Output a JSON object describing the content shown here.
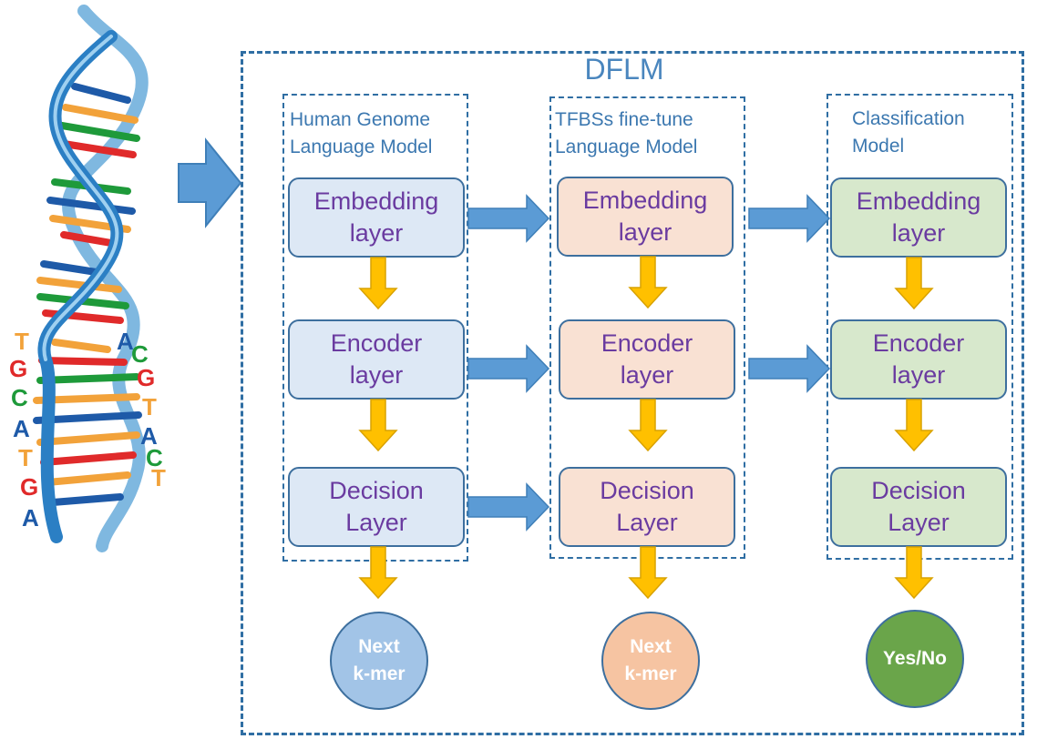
{
  "diagram": {
    "title": "DFLM",
    "columns": [
      {
        "id": "human",
        "title_lines": [
          "Human Genome",
          "Language Model"
        ],
        "layers": [
          {
            "line1": "Embedding",
            "line2": "layer"
          },
          {
            "line1": "Encoder",
            "line2": "layer"
          },
          {
            "line1": "Decision",
            "line2": "Layer"
          }
        ],
        "output_lines": [
          "Next",
          "k-mer"
        ]
      },
      {
        "id": "tfbs",
        "title_lines": [
          "TFBSs fine-tune",
          "Language Model"
        ],
        "layers": [
          {
            "line1": "Embedding",
            "line2": "layer"
          },
          {
            "line1": "Encoder",
            "line2": "layer"
          },
          {
            "line1": "Decision",
            "line2": "Layer"
          }
        ],
        "output_lines": [
          "Next",
          "k-mer"
        ]
      },
      {
        "id": "classification",
        "title_lines": [
          "Classification",
          "Model"
        ],
        "layers": [
          {
            "line1": "Embedding",
            "line2": "layer"
          },
          {
            "line1": "Encoder",
            "line2": "layer"
          },
          {
            "line1": "Decision",
            "line2": "Layer"
          }
        ],
        "output_lines": [
          "Yes/No"
        ]
      }
    ],
    "dna_letters_left": [
      "T",
      "G",
      "C",
      "A",
      "T",
      "G",
      "A"
    ],
    "dna_letters_right": [
      "A",
      "C",
      "G",
      "T",
      "A",
      "C",
      "T"
    ],
    "colors": {
      "frame": "#2f6ea3",
      "title": "#4a86be",
      "layer_text": "#6a3ba0",
      "blue_arrow": "#5b9bd5",
      "yellow_arrow": "#ffc000",
      "human_box": "#dde8f5",
      "tfbs_box": "#f9e1d3",
      "classification_box": "#d7e8cc",
      "human_output": "#a2c4e7",
      "tfbs_output": "#f6c4a2",
      "classification_output": "#6aa54a"
    }
  }
}
